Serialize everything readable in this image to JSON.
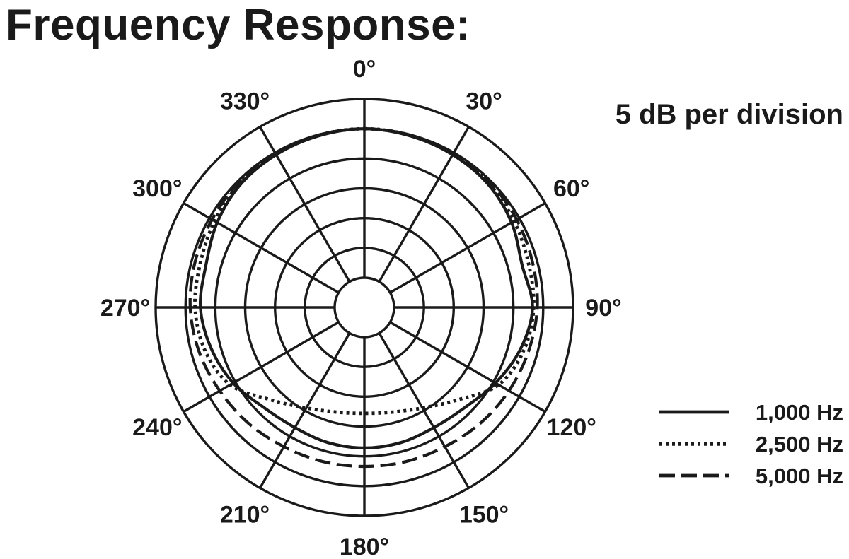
{
  "title": "Frequency Response:",
  "scale_note": "5 dB per division",
  "chart_data": {
    "type": "polar",
    "title": "Frequency Response:",
    "scale": "5 dB per division",
    "angle_labels": [
      "0°",
      "30°",
      "60°",
      "90°",
      "120°",
      "150°",
      "180°",
      "210°",
      "240°",
      "270°",
      "300°",
      "330°"
    ],
    "angles_deg": [
      0,
      30,
      60,
      90,
      120,
      150,
      180,
      210,
      240,
      270,
      300,
      330
    ],
    "r_unit": "dB",
    "r_range": [
      -25,
      5
    ],
    "ring_step_db": 5,
    "grid": true,
    "legend_position": "bottom-right",
    "series": [
      {
        "name": "1,000 Hz",
        "style": "solid",
        "points": [
          [
            0,
            0
          ],
          [
            15,
            -0.2
          ],
          [
            30,
            -0.4
          ],
          [
            45,
            -0.7
          ],
          [
            60,
            -1.5
          ],
          [
            75,
            -2.6
          ],
          [
            90,
            -1.8
          ],
          [
            105,
            -2.9
          ],
          [
            120,
            -4.6
          ],
          [
            135,
            -6.2
          ],
          [
            150,
            -6.7
          ],
          [
            165,
            -6.5
          ],
          [
            180,
            -6.4
          ],
          [
            195,
            -6.5
          ],
          [
            210,
            -6.7
          ],
          [
            225,
            -6.2
          ],
          [
            240,
            -4.6
          ],
          [
            255,
            -3.4
          ],
          [
            270,
            -2.5
          ],
          [
            285,
            -2.5
          ],
          [
            300,
            -1.5
          ],
          [
            315,
            -0.7
          ],
          [
            330,
            -0.4
          ],
          [
            345,
            -0.2
          ]
        ]
      },
      {
        "name": "2,500 Hz",
        "style": "dotted",
        "points": [
          [
            0,
            0
          ],
          [
            15,
            -0.1
          ],
          [
            30,
            -0.3
          ],
          [
            45,
            -0.5
          ],
          [
            60,
            -1.0
          ],
          [
            75,
            -1.5
          ],
          [
            90,
            -1.6
          ],
          [
            105,
            -2.3
          ],
          [
            120,
            -4.0
          ],
          [
            135,
            -8.0
          ],
          [
            150,
            -10.5
          ],
          [
            165,
            -11.8
          ],
          [
            180,
            -12.2
          ],
          [
            195,
            -11.8
          ],
          [
            210,
            -10.5
          ],
          [
            225,
            -8.0
          ],
          [
            240,
            -4.0
          ],
          [
            255,
            -2.3
          ],
          [
            270,
            -1.6
          ],
          [
            285,
            -1.5
          ],
          [
            300,
            -1.0
          ],
          [
            315,
            -0.5
          ],
          [
            330,
            -0.3
          ],
          [
            345,
            -0.1
          ]
        ]
      },
      {
        "name": "5,000 Hz",
        "style": "dashed",
        "points": [
          [
            0,
            0
          ],
          [
            15,
            -0.1
          ],
          [
            30,
            -0.3
          ],
          [
            45,
            -0.3
          ],
          [
            60,
            -0.5
          ],
          [
            75,
            -0.8
          ],
          [
            90,
            -1.0
          ],
          [
            105,
            -1.5
          ],
          [
            120,
            -2.0
          ],
          [
            135,
            -2.5
          ],
          [
            150,
            -3.0
          ],
          [
            165,
            -3.2
          ],
          [
            180,
            -3.3
          ],
          [
            195,
            -3.2
          ],
          [
            210,
            -3.0
          ],
          [
            225,
            -2.5
          ],
          [
            240,
            -2.0
          ],
          [
            255,
            -1.3
          ],
          [
            270,
            -0.8
          ],
          [
            285,
            -0.6
          ],
          [
            300,
            -0.5
          ],
          [
            315,
            -0.3
          ],
          [
            330,
            -0.3
          ],
          [
            345,
            -0.1
          ]
        ]
      }
    ]
  }
}
